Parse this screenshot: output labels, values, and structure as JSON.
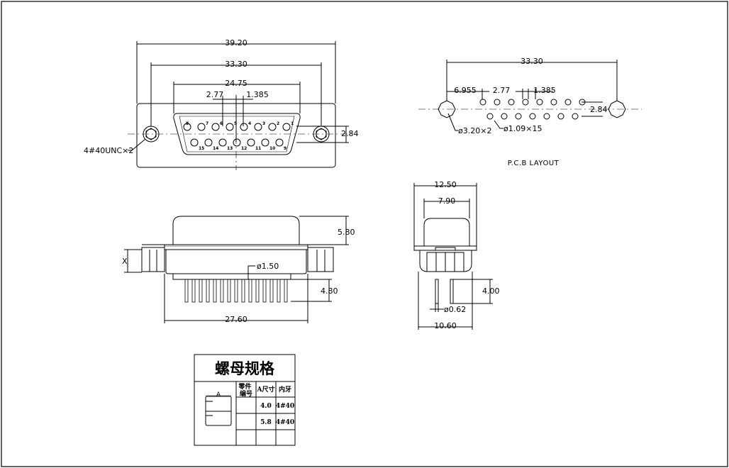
{
  "front_view": {
    "dim_overall": "39.20",
    "dim_mount": "33.30",
    "dim_shell": "24.75",
    "dim_pitch": "2.77",
    "dim_offset": "1.385",
    "dim_height": "2.84",
    "thread_label": "4#40UNC×2",
    "pins_top": [
      "8",
      "7",
      "6",
      "5",
      "4",
      "3",
      "2",
      "1"
    ],
    "pins_bottom": [
      "15",
      "14",
      "13",
      "12",
      "11",
      "10",
      "9"
    ]
  },
  "pcb_layout": {
    "dim_mount": "33.30",
    "dim_edge": "6.955",
    "dim_pitch": "2.77",
    "dim_offset": "1.385",
    "dim_row": "2.84",
    "hole_mount": "ø3.20×2",
    "hole_pin": "ø1.09×15",
    "caption": "P.C.B  LAYOUT"
  },
  "side_view": {
    "dim_height": "5.80",
    "dim_x": "X",
    "dim_pin_dia": "ø1.50",
    "dim_pin_len": "4.80",
    "dim_width": "27.60"
  },
  "end_view": {
    "dim_top": "12.50",
    "dim_inner": "7.90",
    "dim_pin_len": "4.00",
    "dim_pin_dia": "ø0.62",
    "dim_bottom": "10.60"
  },
  "nut_table": {
    "title": "螺母规格",
    "headers": [
      "零件\n编号",
      "A尺寸",
      "内牙"
    ],
    "marker": "A",
    "rows": [
      {
        "part": "",
        "a": "4.0",
        "thread": "4#40"
      },
      {
        "part": "",
        "a": "5.8",
        "thread": "4#40"
      }
    ]
  }
}
